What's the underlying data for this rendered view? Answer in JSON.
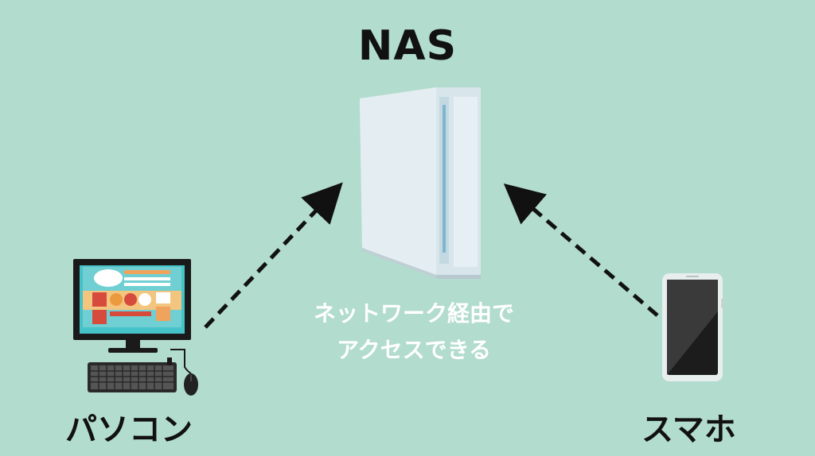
{
  "title": "NAS",
  "caption": {
    "line1": "ネットワーク経由で",
    "line2": "アクセスできる"
  },
  "nodes": {
    "pc": {
      "label": "パソコン",
      "icon": "desktop-computer-icon"
    },
    "phone": {
      "label": "スマホ",
      "icon": "smartphone-icon"
    },
    "nas": {
      "icon": "nas-server-icon"
    }
  },
  "colors": {
    "background": "#b2dccd",
    "title": "#111111",
    "caption": "#ffffff",
    "arrow": "#111111"
  }
}
